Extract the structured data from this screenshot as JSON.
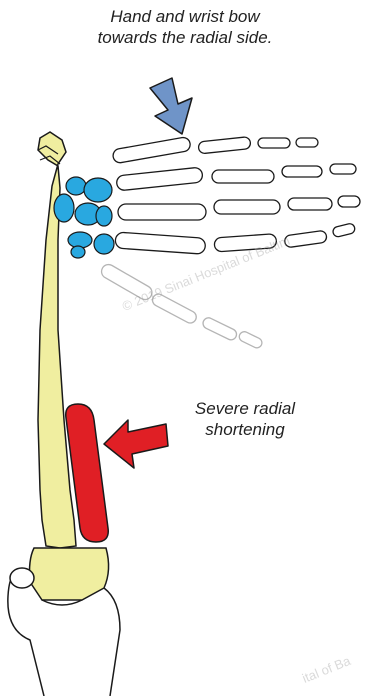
{
  "labels": {
    "hand_bow_line1": "Hand and wrist bow",
    "hand_bow_line2": "towards the radial side.",
    "radial_line1": "Severe radial",
    "radial_line2": "shortening"
  },
  "watermark": {
    "text_main": "© 2019 Sinai Hospital of Baltim",
    "text_corner": "ital of Ba"
  },
  "colors": {
    "ulna": "#f0eea0",
    "carpals": "#29a8e0",
    "radius": "#e01f25",
    "arrow_blue": "#6f94c8",
    "arrow_red": "#e01f25",
    "outline": "#1a1a1a"
  }
}
